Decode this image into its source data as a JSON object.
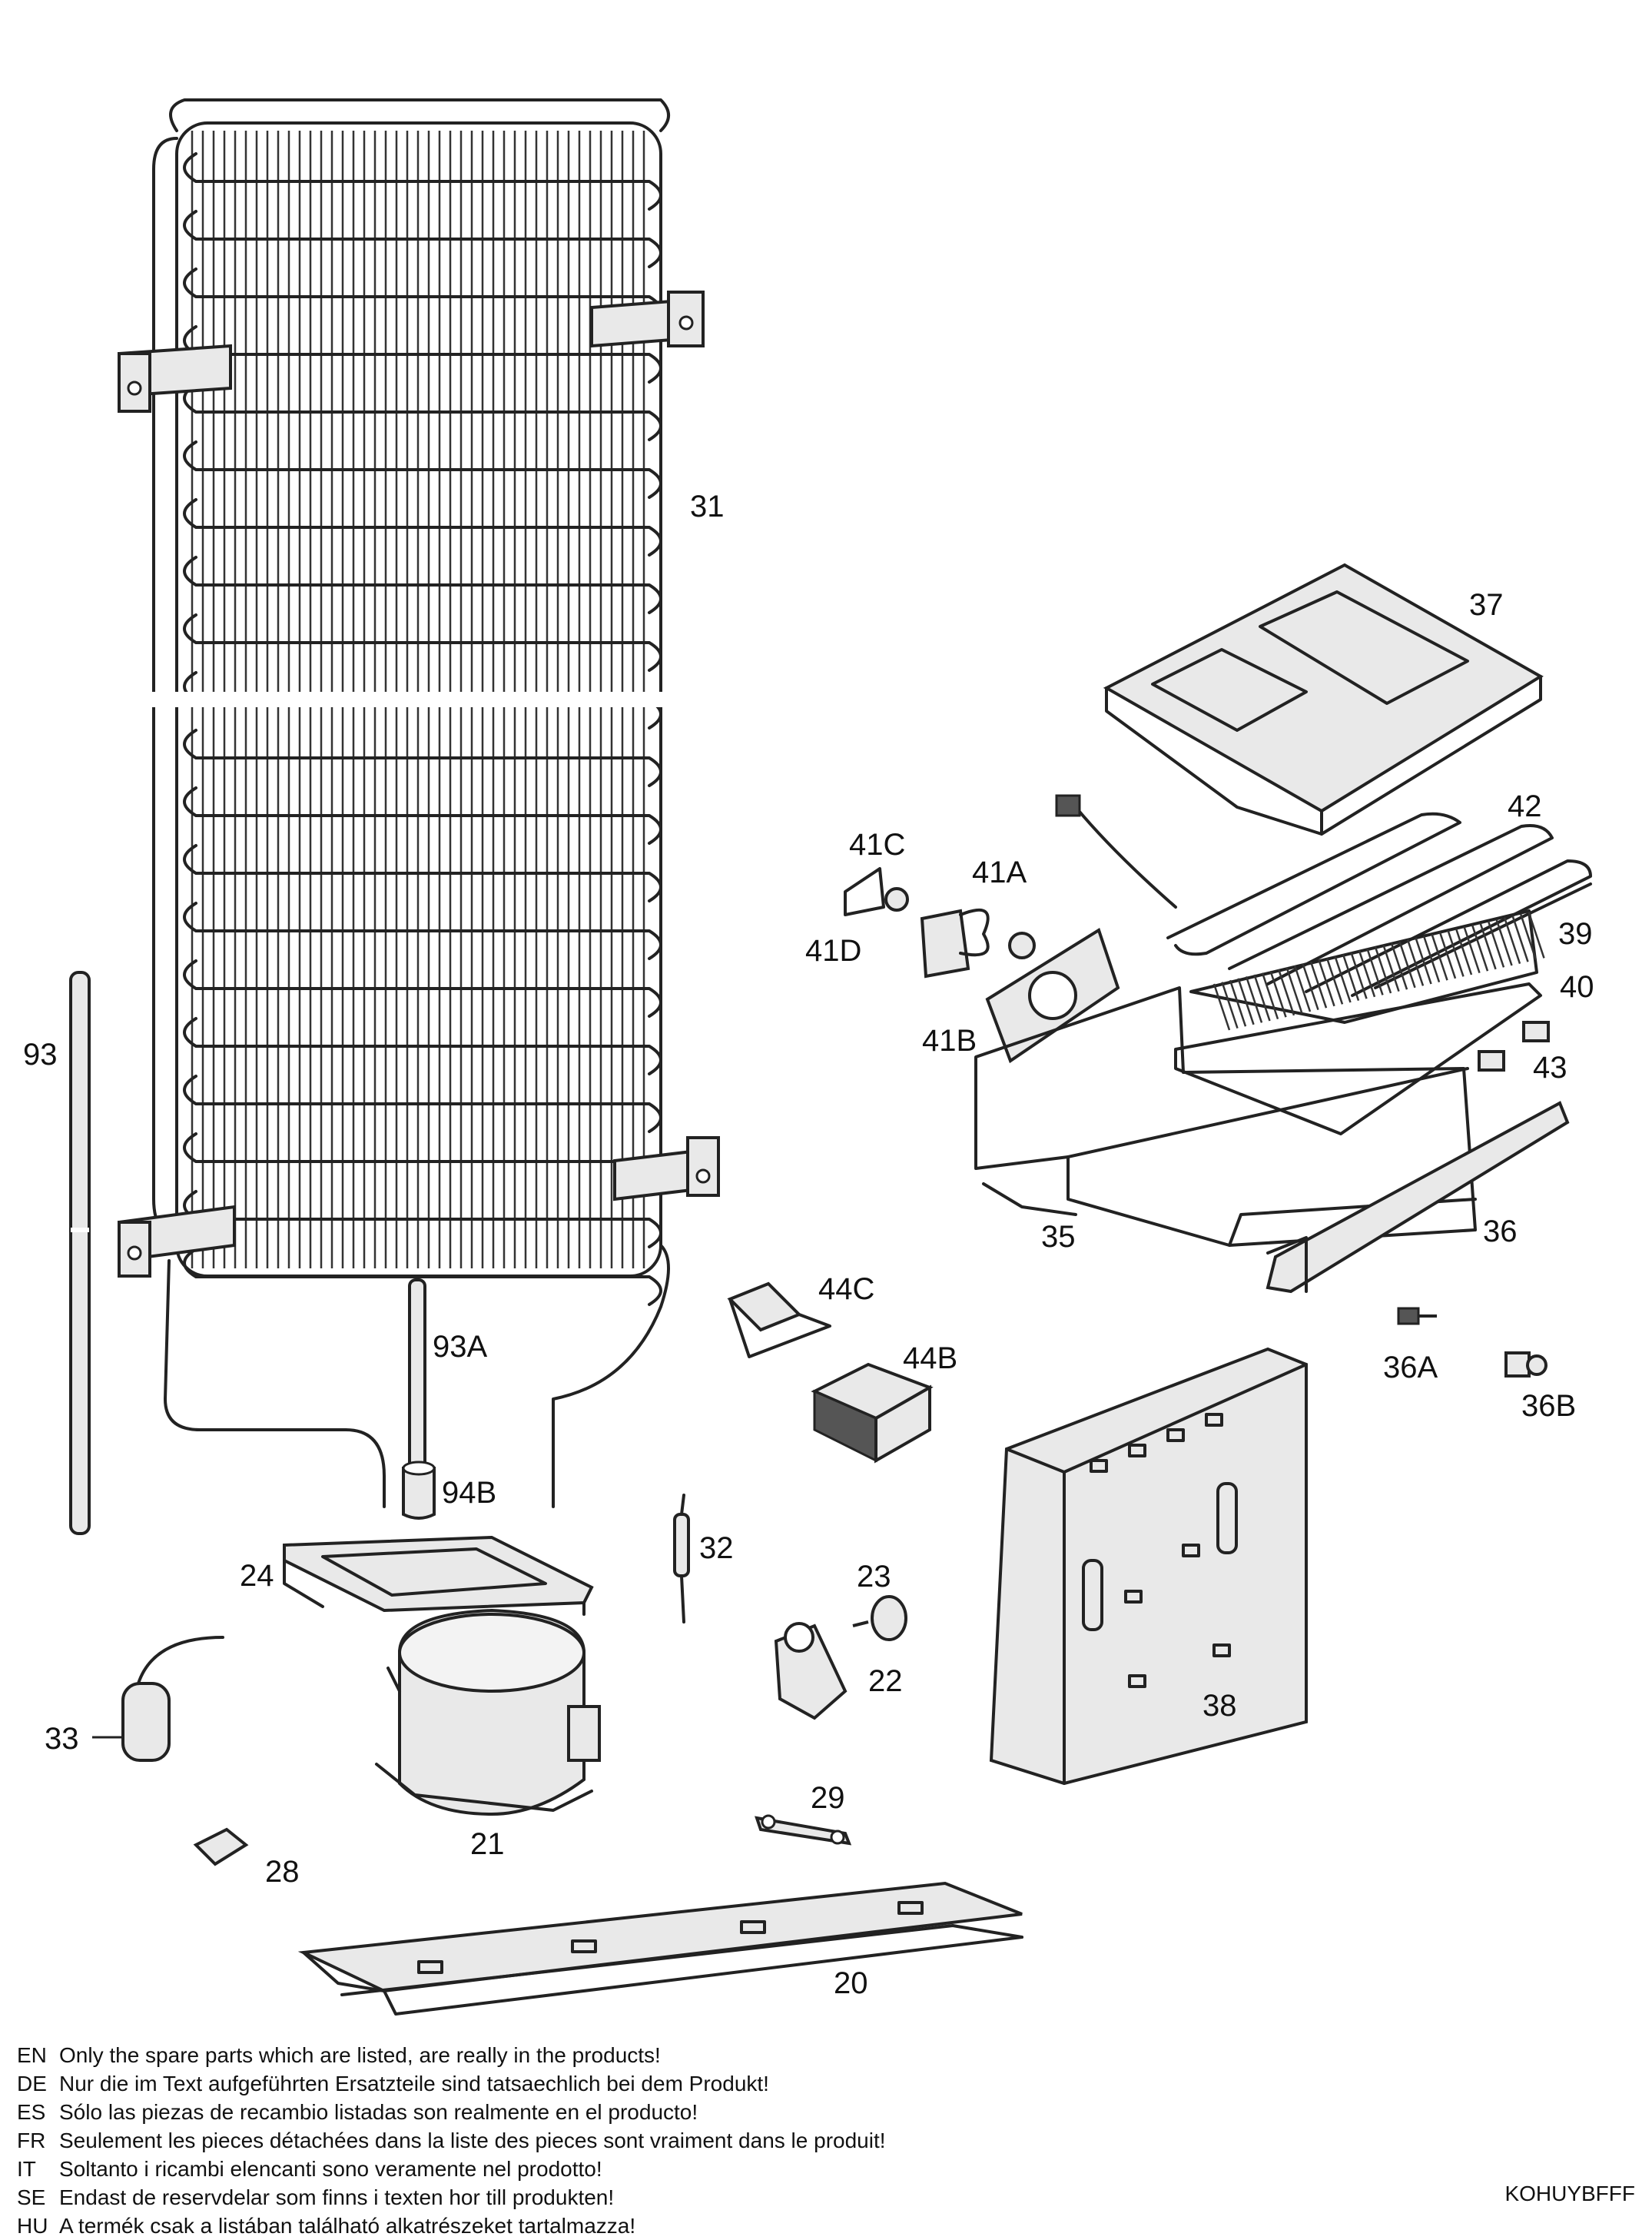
{
  "callouts": {
    "c31": "31",
    "c37": "37",
    "c42": "42",
    "c39": "39",
    "c40": "40",
    "c43": "43",
    "c41C": "41C",
    "c41A": "41A",
    "c41D": "41D",
    "c41B": "41B",
    "c93": "93",
    "c93A": "93A",
    "c94B": "94B",
    "c35": "35",
    "c36": "36",
    "c36A": "36A",
    "c36B": "36B",
    "c44C": "44C",
    "c44B": "44B",
    "c24": "24",
    "c32": "32",
    "c23": "23",
    "c22": "22",
    "c33": "33",
    "c21": "21",
    "c28": "28",
    "c29": "29",
    "c20": "20",
    "c38": "38"
  },
  "notes": [
    {
      "code": "EN",
      "text": "Only the spare parts which are listed, are really in the products!"
    },
    {
      "code": "DE",
      "text": "Nur die im Text aufgeführten Ersatzteile sind tatsaechlich bei dem Produkt!"
    },
    {
      "code": "ES",
      "text": "Sólo las piezas de recambio  listadas son realmente en el producto!"
    },
    {
      "code": "FR",
      "text": "Seulement les pieces détachées dans la liste des pieces sont vraiment dans le produit!"
    },
    {
      "code": "IT",
      "text": "Soltanto i ricambi elencanti sono veramente nel prodotto!"
    },
    {
      "code": "SE",
      "text": "Endast de reservdelar som finns i texten hor till produkten!"
    },
    {
      "code": "HU",
      "text": "A termék csak a listában található alkatrészeket tartalmazza!"
    }
  ],
  "reference_code": "KOHUYBFFF"
}
